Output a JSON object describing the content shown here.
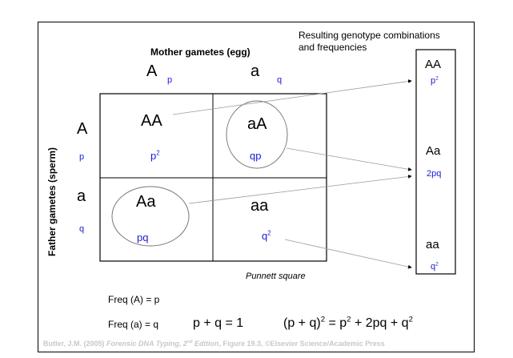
{
  "title": {
    "mother": "Mother gametes (egg)",
    "father": "Father gametes (sperm)",
    "resulting_line1": "Resulting genotype combinations",
    "resulting_line2": "and  frequencies"
  },
  "mother_alleles": [
    {
      "allele": "A",
      "freq": "p"
    },
    {
      "allele": "a",
      "freq": "q"
    }
  ],
  "father_alleles": [
    {
      "allele": "A",
      "freq": "p"
    },
    {
      "allele": "a",
      "freq": "q"
    }
  ],
  "cells": [
    {
      "genotype": "AA",
      "freq": "p",
      "sup": "2"
    },
    {
      "genotype": "aA",
      "freq": "qp",
      "sup": ""
    },
    {
      "genotype": "Aa",
      "freq": "pq",
      "sup": ""
    },
    {
      "genotype": "aa",
      "freq": "q",
      "sup": "2"
    }
  ],
  "punnett_label": "Punnett square",
  "results": [
    {
      "genotype": "AA",
      "freq": "p",
      "sup": "2"
    },
    {
      "genotype": "Aa",
      "freq": "2pq",
      "sup": ""
    },
    {
      "genotype": "aa",
      "freq": "q",
      "sup": "2"
    }
  ],
  "equations": {
    "freq_A": "Freq (A) = p",
    "freq_a": "Freq (a) = q",
    "sum": "p + q = 1",
    "hw_lhs": "(p + q)",
    "hw_sup1": "2",
    "hw_mid": " = p",
    "hw_sup2": "2",
    "hw_mid2": " + 2pq + q",
    "hw_sup3": "2"
  },
  "credit": {
    "prefix": "Butler, J.M. (2005) ",
    "book": "Forensic DNA Typing, 2",
    "book_sup": "nd",
    "edition": " Edition",
    "suffix": ", Figure 19.3, ©Elsevier Science/Academic Press"
  }
}
